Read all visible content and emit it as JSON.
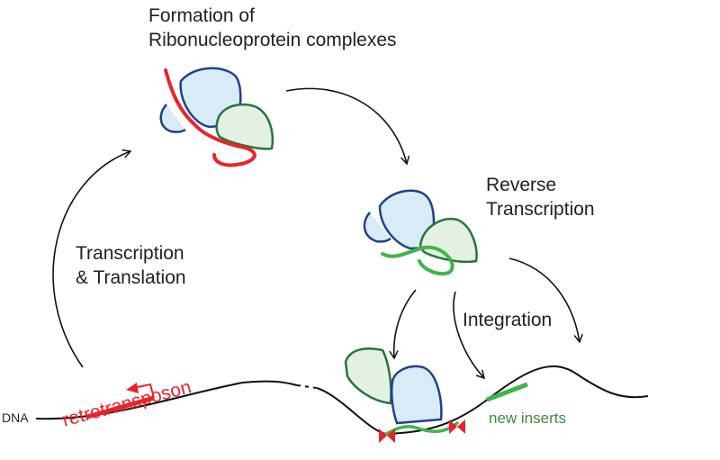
{
  "labels": {
    "formation_line1": "Formation of",
    "formation_line2": "Ribonucleoprotein complexes",
    "reverse_line1": "Reverse",
    "reverse_line2": "Transcription",
    "transcription_line1": "Transcription",
    "transcription_line2": "& Translation",
    "integration": "Integration",
    "dna": "DNA",
    "retrotransposon": "retrotransposon",
    "new_inserts": "new inserts"
  },
  "colors": {
    "rna_red": "#e8242a",
    "dna_green": "#3fb549",
    "protein_blue_fill": "#d8ecf8",
    "protein_blue_stroke": "#22408f",
    "protein_green_fill": "#e3f1e2",
    "protein_green_stroke": "#27763a",
    "text_dark": "#231f20",
    "text_green": "#3b8c3a",
    "line_black": "#111111"
  },
  "icons": {
    "arrow": "curved-arrow-icon",
    "cut_site": "red-cut-site-icon",
    "tss": "transcription-start-arrow-icon"
  }
}
